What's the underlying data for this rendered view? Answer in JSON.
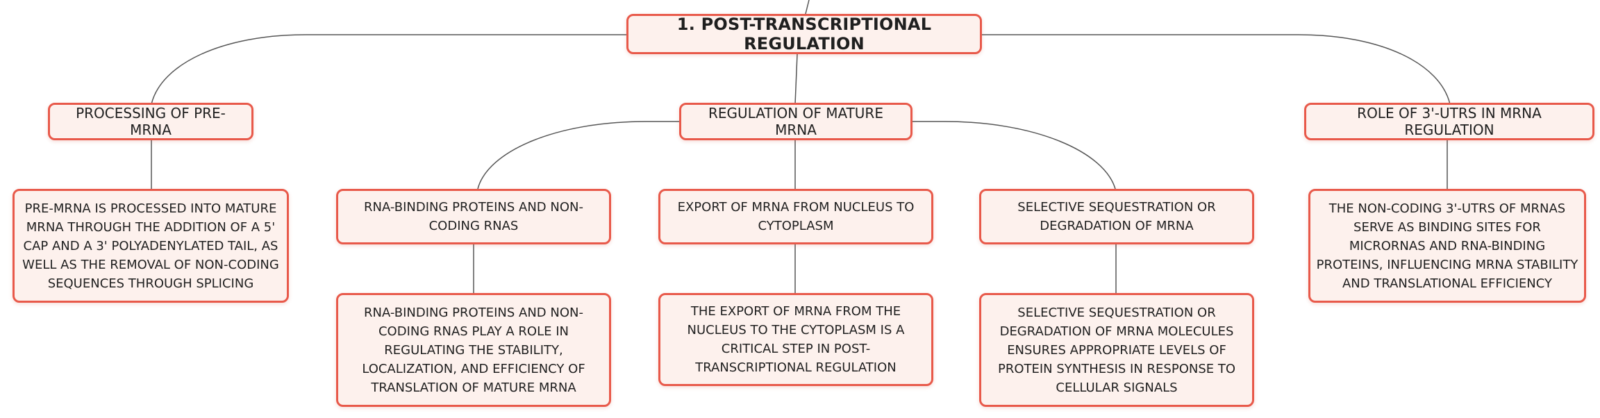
{
  "root": {
    "label": "1. POST-TRANSCRIPTIONAL REGULATION"
  },
  "branches": [
    {
      "label": "PROCESSING OF PRE-MRNA",
      "detail": "PRE-MRNA IS PROCESSED INTO MATURE MRNA THROUGH THE ADDITION OF A 5' CAP AND A 3' POLYADENYLATED TAIL, AS WELL AS THE REMOVAL OF NON-CODING SEQUENCES THROUGH SPLICING"
    },
    {
      "label": "REGULATION OF MATURE MRNA",
      "children": [
        {
          "label": "RNA-BINDING PROTEINS AND NON-CODING RNAS",
          "detail": "RNA-BINDING PROTEINS AND NON-CODING RNAS PLAY A ROLE IN REGULATING THE STABILITY, LOCALIZATION, AND EFFICIENCY OF TRANSLATION OF MATURE MRNA"
        },
        {
          "label": "EXPORT OF MRNA FROM NUCLEUS TO CYTOPLASM",
          "detail": "THE EXPORT OF MRNA FROM THE NUCLEUS TO THE CYTOPLASM IS A CRITICAL STEP IN POST-TRANSCRIPTIONAL REGULATION"
        },
        {
          "label": "SELECTIVE SEQUESTRATION OR DEGRADATION OF MRNA",
          "detail": "SELECTIVE SEQUESTRATION OR DEGRADATION OF MRNA MOLECULES ENSURES APPROPRIATE LEVELS OF PROTEIN SYNTHESIS IN RESPONSE TO CELLULAR SIGNALS"
        }
      ]
    },
    {
      "label": "ROLE OF 3'-UTRS IN MRNA REGULATION",
      "detail": "THE NON-CODING 3'-UTRS OF MRNAS SERVE AS BINDING SITES FOR MICRORNAS AND RNA-BINDING PROTEINS, INFLUENCING MRNA STABILITY AND TRANSLATIONAL EFFICIENCY"
    }
  ],
  "colors": {
    "border": "#e8594a",
    "fill": "#fdf1ed",
    "connector": "#555555"
  }
}
